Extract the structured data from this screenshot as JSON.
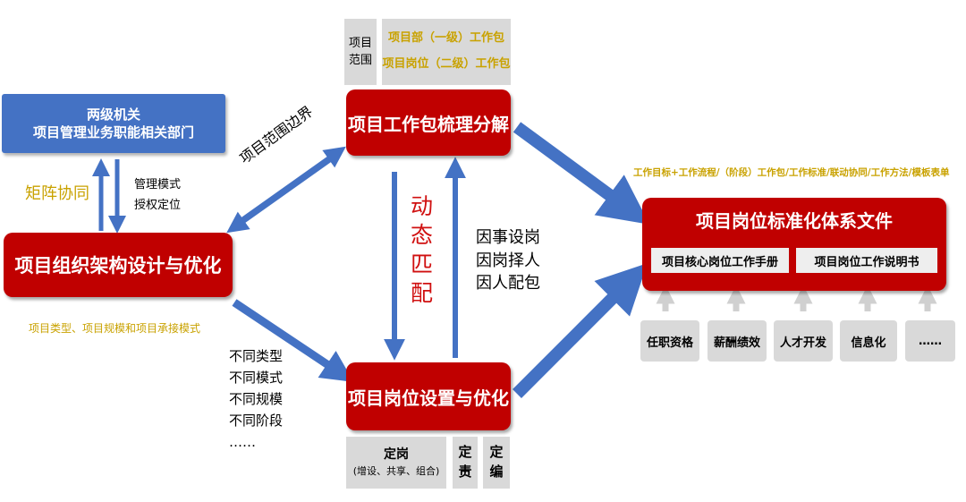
{
  "blue_box": {
    "line1": "两级机关",
    "line2": "项目管理业务职能相关部门"
  },
  "matrix_label": "矩阵协同",
  "mgmt": {
    "line1": "管理模式",
    "line2": "授权定位"
  },
  "org_design": "项目组织架构设计与优化",
  "org_note": "项目类型、项目规模和项目承接模式",
  "scope_boundary": "项目范围边界",
  "scope_box": {
    "line1": "项目",
    "line2": "范围"
  },
  "workpack_lines": {
    "line1": "项目部（一级）工作包",
    "line2": "项目岗位（二级）工作包"
  },
  "workpack_decomp": "项目工作包梳理分解",
  "dynamic_chars": [
    "动",
    "态",
    "匹",
    "配"
  ],
  "match_lines": [
    "因事设岗",
    "因岗择人",
    "因人配包"
  ],
  "diff_lines": [
    "不同类型",
    "不同模式",
    "不同规模",
    "不同阶段",
    "……"
  ],
  "position_setup": "项目岗位设置与优化",
  "dinggang": {
    "title": "定岗",
    "sub": "(增设、共享、组合)"
  },
  "dingze": [
    "定",
    "责"
  ],
  "dingbian": [
    "定",
    "编"
  ],
  "standard_header": "工作目标+工作流程/（阶段）工作包/工作标准/联动协同/工作方法/模板表单",
  "standard_system": {
    "title": "项目岗位标准化体系文件",
    "manual": "项目核心岗位工作手册",
    "spec": "项目岗位工作说明书"
  },
  "supports": [
    "任职资格",
    "薪酬绩效",
    "人才开发",
    "信息化",
    "……"
  ],
  "colors": {
    "red": "#c00000",
    "blue": "#4472c4",
    "gold": "#c9a200",
    "gray": "#d9d9d9"
  }
}
